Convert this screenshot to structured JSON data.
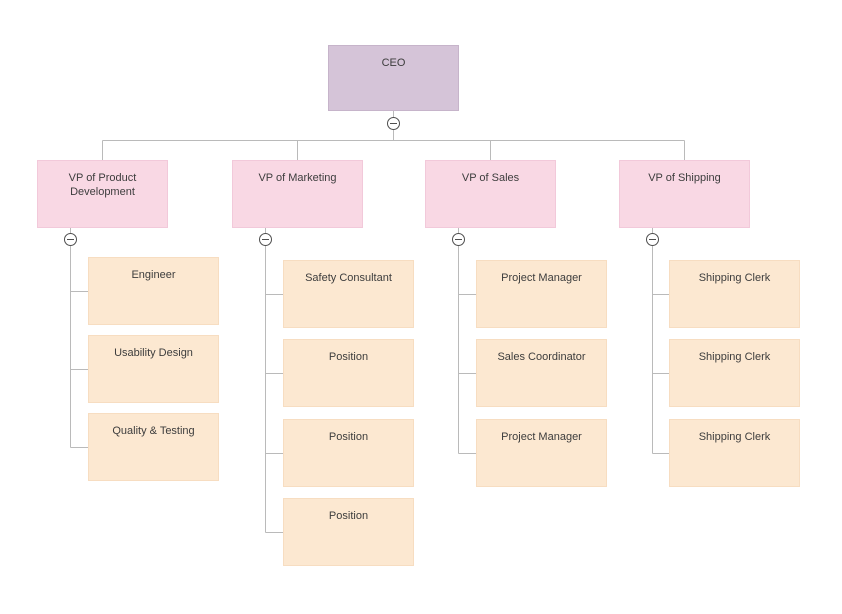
{
  "colors": {
    "ceo_fill": "#d5c4d8",
    "vp_fill": "#f9d8e4",
    "child_fill": "#fce8d1",
    "connector_line": "#bababa",
    "text": "#3d3d3d"
  },
  "icons": {
    "collapse": "minus-circle"
  },
  "org": {
    "ceo": {
      "label": "CEO"
    },
    "branches": [
      {
        "label": "VP of Product Development",
        "children": [
          {
            "label": "Engineer"
          },
          {
            "label": "Usability Design"
          },
          {
            "label": "Quality & Testing"
          }
        ]
      },
      {
        "label": "VP of Marketing",
        "children": [
          {
            "label": "Safety Consultant"
          },
          {
            "label": "Position"
          },
          {
            "label": "Position"
          },
          {
            "label": "Position"
          }
        ]
      },
      {
        "label": "VP of Sales",
        "children": [
          {
            "label": "Project Manager"
          },
          {
            "label": "Sales Coordinator"
          },
          {
            "label": "Project Manager"
          }
        ]
      },
      {
        "label": "VP of Shipping",
        "children": [
          {
            "label": "Shipping Clerk"
          },
          {
            "label": "Shipping Clerk"
          },
          {
            "label": "Shipping Clerk"
          }
        ]
      }
    ]
  }
}
